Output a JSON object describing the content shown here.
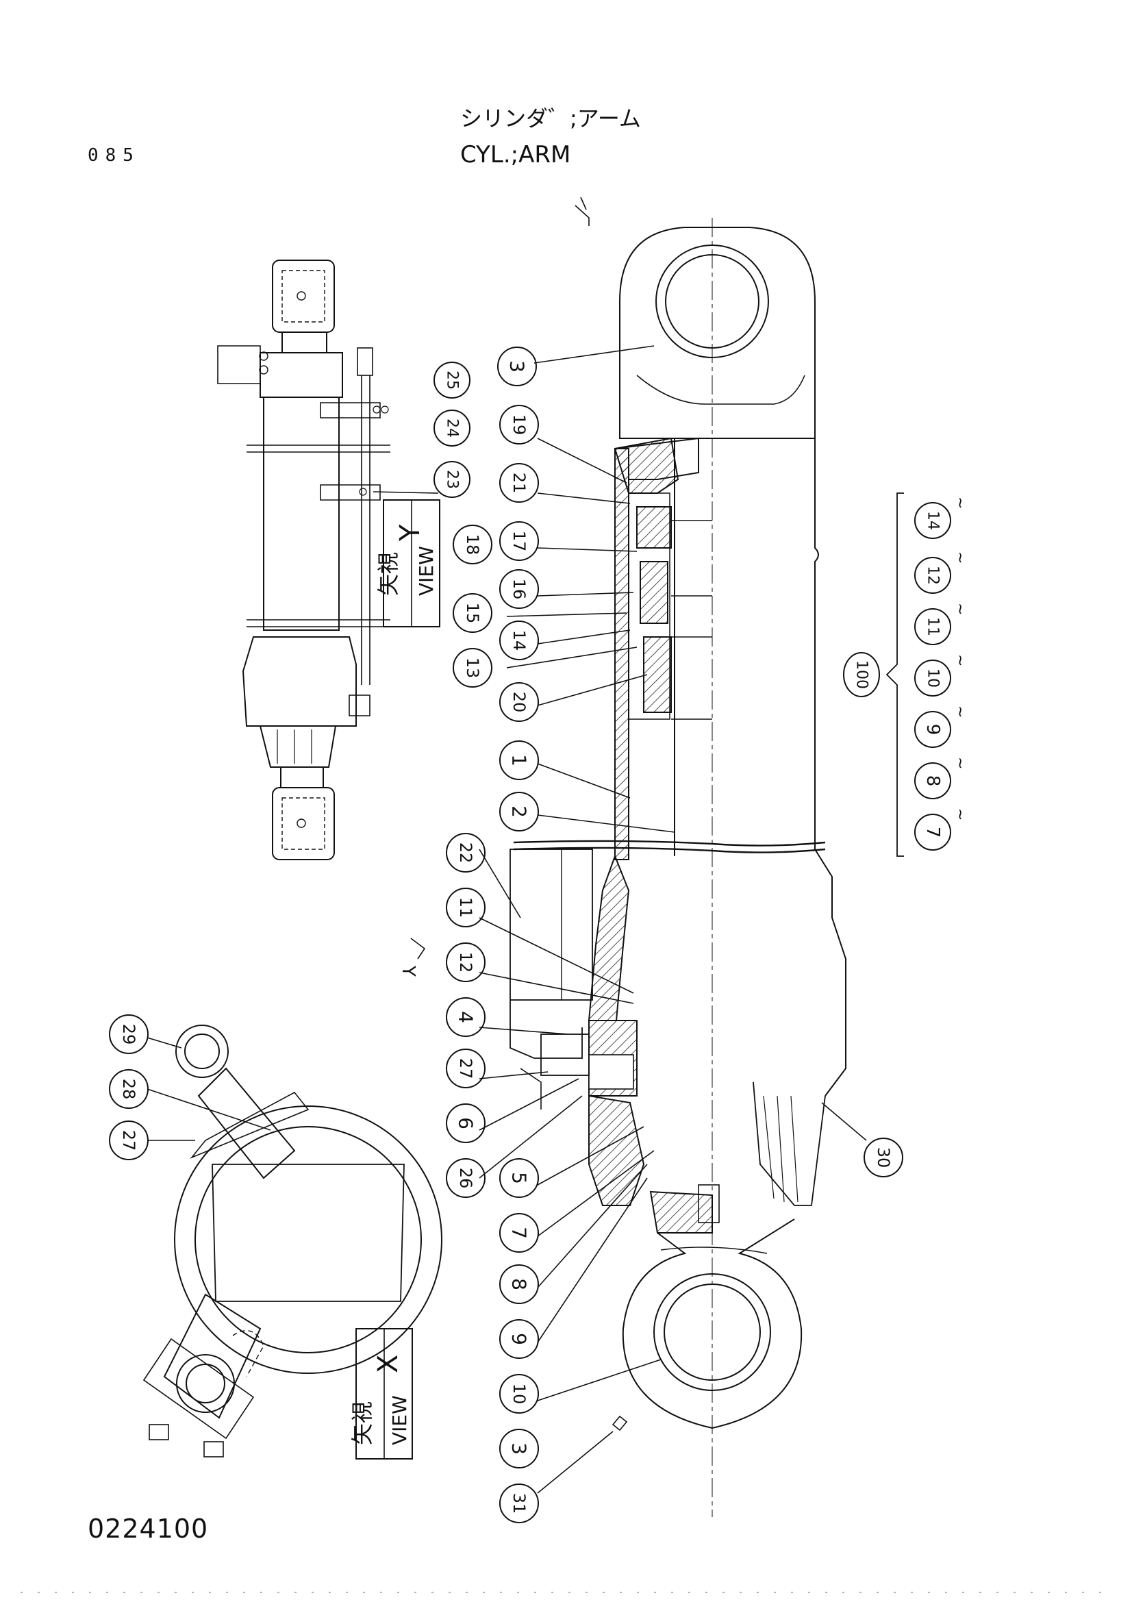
{
  "header": {
    "page_number": "085",
    "title_jp": "シリンダ゛;アーム",
    "title_en": "CYL.;ARM"
  },
  "footer": {
    "doc_code": "0224100"
  },
  "views": {
    "view_y": {
      "label_jp": "矢視",
      "label_en": "VIEW",
      "letter": "Y",
      "marker": "Y"
    },
    "view_x": {
      "label_jp": "矢視",
      "label_en": "VIEW",
      "letter": "X",
      "marker": "X"
    }
  },
  "callouts": {
    "c3_top": "3",
    "c19": "19",
    "c21": "21",
    "c17": "17",
    "c16": "16",
    "c15": "15",
    "c14": "14",
    "c13": "13",
    "c20": "20",
    "c1": "1",
    "c2": "2",
    "c22": "22",
    "c11": "11",
    "c12": "12",
    "c4": "4",
    "c27": "27",
    "c6": "6",
    "c26": "26",
    "c5": "5",
    "c7": "7",
    "c8": "8",
    "c9": "9",
    "c10": "10",
    "c3_bottom": "3",
    "c31": "31",
    "c30": "30",
    "c18": "18",
    "c23": "23",
    "c24": "24",
    "c25": "25",
    "c29": "29",
    "c28": "28",
    "c27b": "27"
  },
  "kit": {
    "assembly": "100",
    "members": [
      "7",
      "8",
      "9",
      "10",
      "11",
      "12",
      "14"
    ],
    "range_mark": "~"
  }
}
